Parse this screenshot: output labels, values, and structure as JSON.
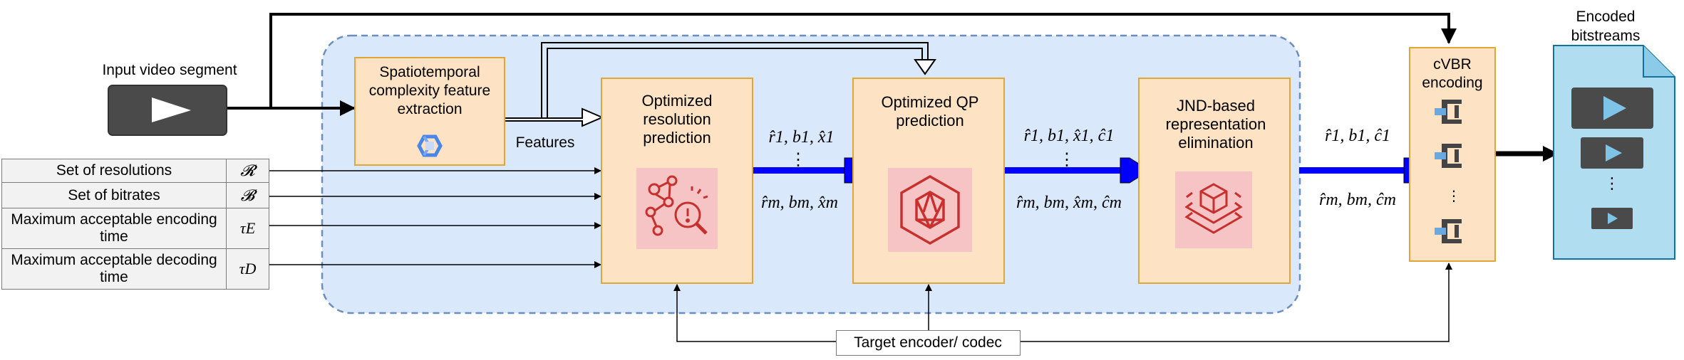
{
  "input": {
    "label": "Input video segment"
  },
  "features_label": "Features",
  "modules": {
    "feature_extraction": "Spatiotemporal complexity feature extraction",
    "resolution": "Optimized resolution prediction",
    "qp": "Optimized QP prediction",
    "jnd": "JND-based representation elimination",
    "cvbr": "cVBR encoding"
  },
  "output": {
    "label": "Encoded bitstreams"
  },
  "codec": {
    "label": "Target encoder/ codec"
  },
  "constraints": [
    {
      "label": "Set of resolutions",
      "symbol": "𝓡"
    },
    {
      "label": "Set of bitrates",
      "symbol": "𝓑"
    },
    {
      "label": "Maximum acceptable encoding time",
      "symbol": "τE"
    },
    {
      "label": "Maximum acceptable decoding time",
      "symbol": "τD"
    }
  ],
  "edge_labels": {
    "res_top": "r̂1, b1, x̂1",
    "res_bottom": "r̂m, bm, x̂m",
    "qp_top": "r̂1, b1, x̂1, ĉ1",
    "qp_bottom": "r̂m, bm, x̂m, ĉm",
    "jnd_top": "r̂1, b1, ĉ1",
    "jnd_bottom": "r̂m, bm, ĉm",
    "dots": "⋮"
  },
  "colors": {
    "process_fill": "#fde3c4",
    "process_border": "#e0a63a",
    "group_fill": "#dae8fc",
    "group_border": "#6c8ebf",
    "blue_arrow": "#0000ff",
    "icon_bg": "#f6c4c4",
    "icon_red": "#c7302e",
    "bitstream_fill": "#b1ddf0",
    "player_dark": "#4a4a4a"
  },
  "icons": [
    "play-icon",
    "cloud-icon",
    "ai-network-search-icon",
    "ai-hexagon-icon",
    "layers-cube-icon",
    "clamp-icon",
    "document-icon"
  ]
}
